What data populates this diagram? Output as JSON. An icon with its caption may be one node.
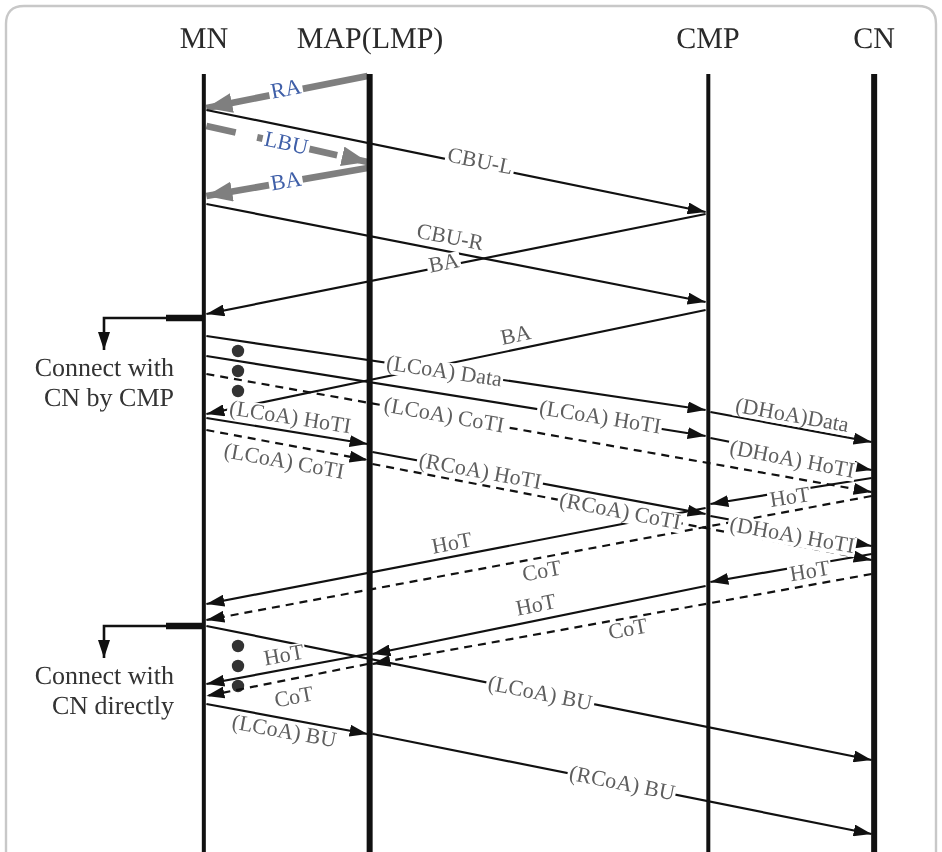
{
  "diagram": {
    "nodes": [
      {
        "text": [
          "MN"
        ]
      },
      {
        "text": [
          "MAP(LMP)"
        ]
      },
      {
        "text": [
          "CMP"
        ]
      },
      {
        "text": [
          "CN"
        ]
      },
      {
        "text": [
          "Connect with CN by CMP"
        ]
      },
      {
        "text": [
          "Connect with CN directly"
        ]
      }
    ],
    "edges": [
      {
        "from": 1,
        "to": 0,
        "arrow": "to",
        "label": "RA",
        "style": "thick",
        "color": "#7f7f7f"
      },
      {
        "from": 0,
        "to": 1,
        "arrow": "to",
        "label": "LBU",
        "style": "dashed",
        "color": "#7f7f7f"
      },
      {
        "from": 1,
        "to": 0,
        "arrow": "to",
        "label": "BA",
        "style": "thick",
        "color": "#7f7f7f"
      },
      {
        "from": 0,
        "to": 2,
        "arrow": "to",
        "label": "CBU-L"
      },
      {
        "from": 0,
        "to": 2,
        "arrow": "to",
        "label": "CBU-R"
      },
      {
        "from": 2,
        "to": 0,
        "arrow": "to",
        "label": "BA"
      },
      {
        "from": 0,
        "to": 4,
        "arrow": "to"
      },
      {
        "from": 0,
        "to": 2,
        "arrow": "to",
        "label": "(LCoA) Data"
      },
      {
        "from": 2,
        "to": 3,
        "arrow": "to",
        "label": "(DHoA)Data"
      },
      {
        "from": 0,
        "to": 2,
        "arrow": "to",
        "label": "(LCoA) HoTI"
      },
      {
        "from": 2,
        "to": 3,
        "arrow": "to",
        "label": "(DHoA) HoTI"
      },
      {
        "from": 2,
        "to": 0,
        "arrow": "to",
        "label": "BA"
      },
      {
        "from": 0,
        "to": 1,
        "arrow": "to",
        "label": "(LCoA) HoTI"
      },
      {
        "from": 0,
        "to": 1,
        "arrow": "to",
        "label": "(LCoA) CoTI",
        "style": "dashed"
      },
      {
        "from": 0,
        "to": 3,
        "arrow": "to",
        "label": "(LCoA) CoTI",
        "style": "dashed"
      },
      {
        "from": 1,
        "to": 2,
        "arrow": "to",
        "label": "(RCoA) HoTI"
      },
      {
        "from": 2,
        "to": 3,
        "arrow": "to",
        "label": "(DHoA) HoTI"
      },
      {
        "from": 3,
        "to": 2,
        "arrow": "to",
        "label": "HoT"
      },
      {
        "from": 2,
        "to": 0,
        "arrow": "to",
        "label": "HoT"
      },
      {
        "from": 1,
        "to": 3,
        "arrow": "to",
        "label": "(RCoA) CoTI",
        "style": "dashed"
      },
      {
        "from": 3,
        "to": 0,
        "arrow": "to",
        "label": "CoT",
        "style": "dashed"
      },
      {
        "from": 0,
        "to": 5,
        "arrow": "to"
      },
      {
        "from": 3,
        "to": 2,
        "arrow": "to",
        "label": "HoT"
      },
      {
        "from": 2,
        "to": 1,
        "arrow": "to",
        "label": "HoT"
      },
      {
        "from": 1,
        "to": 0,
        "arrow": "to",
        "label": "HoT"
      },
      {
        "from": 3,
        "to": 1,
        "arrow": "to",
        "label": "CoT",
        "style": "dashed"
      },
      {
        "from": 1,
        "to": 0,
        "arrow": "to",
        "label": "CoT",
        "style": "dashed"
      },
      {
        "from": 0,
        "to": 3,
        "arrow": "to",
        "label": "(LCoA) BU"
      },
      {
        "from": 0,
        "to": 1,
        "arrow": "to",
        "label": "(LCoA) BU"
      },
      {
        "from": 1,
        "to": 3,
        "arrow": "to",
        "label": "(RCoA) BU"
      }
    ]
  }
}
